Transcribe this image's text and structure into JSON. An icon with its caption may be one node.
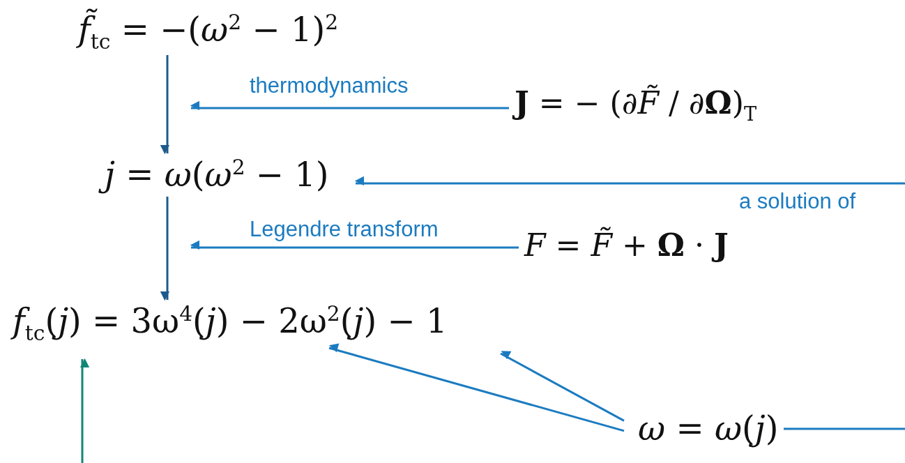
{
  "diagram": {
    "nodes": [
      {
        "text": [
          "*f̃*$_{tc}$ = −(*ω*$^{2}$ − 1)$^{2}$"
        ]
      },
      {
        "text": [
          "**J** = − (∂*F̃* / ∂**Ω**)$_{T}$"
        ]
      },
      {
        "text": [
          "*j* = *ω*(*ω*$^{2}$ − 1)"
        ]
      },
      {
        "text": [
          "*F* = *F̃* + **Ω** · **J**"
        ]
      },
      {
        "text": [
          "*f*$_{tc}$(*j*) = 3ω$^{4}$(*j*) − 2ω$^{2}$(*j*) − 1"
        ]
      },
      {
        "text": [
          "*ω* = *ω*(*j*)"
        ]
      }
    ],
    "edges": [
      {
        "from": 0,
        "to": 2,
        "arrow": "to",
        "color": "#1d5a8c"
      },
      {
        "from": 1,
        "to": null,
        "arrow": "to",
        "label": "thermodynamics"
      },
      {
        "from": null,
        "to": 2,
        "arrow": "to",
        "label": "a solution of"
      },
      {
        "from": 3,
        "to": null,
        "arrow": "to",
        "label": "Legendre transform"
      },
      {
        "from": 2,
        "to": 4,
        "arrow": "to",
        "color": "#1d5a8c"
      },
      {
        "from": 5,
        "to": 4,
        "arrow": "to"
      },
      {
        "from": 5,
        "to": 4,
        "arrow": "to"
      },
      {
        "from": 5,
        "to": null,
        "arrow": "none"
      },
      {
        "from": null,
        "to": 4,
        "arrow": "to",
        "color": "#128676"
      }
    ]
  }
}
